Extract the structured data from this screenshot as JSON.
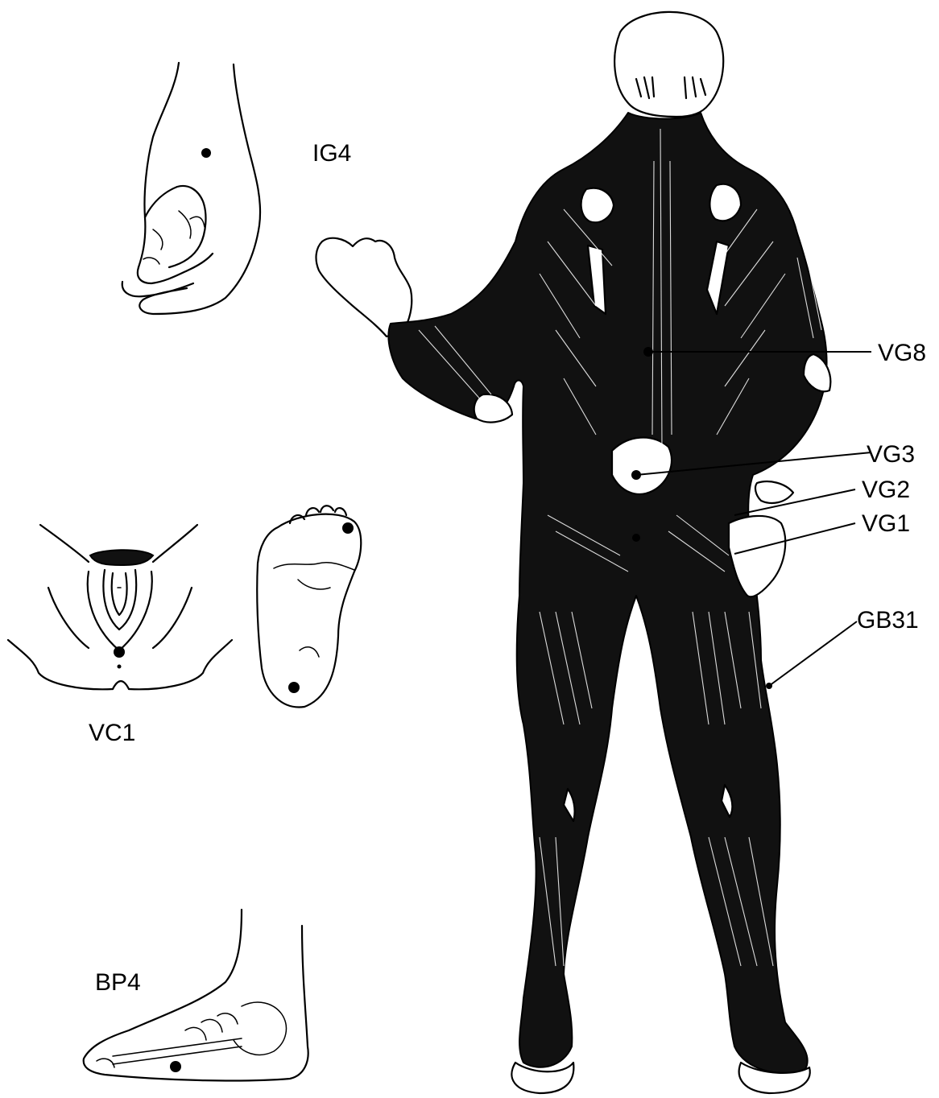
{
  "labels": {
    "ig4": "IG4",
    "vg8": "VG8",
    "vg3": "VG3",
    "vg2": "VG2",
    "vg1": "VG1",
    "gb31": "GB31",
    "vc1": "VC1",
    "bp4": "BP4"
  },
  "icons": {
    "hand": "hand-illustration",
    "body": "posterior-muscular-body-illustration",
    "perineum": "perineum-illustration",
    "sole": "foot-sole-illustration",
    "foot_side": "foot-medial-side-illustration"
  }
}
